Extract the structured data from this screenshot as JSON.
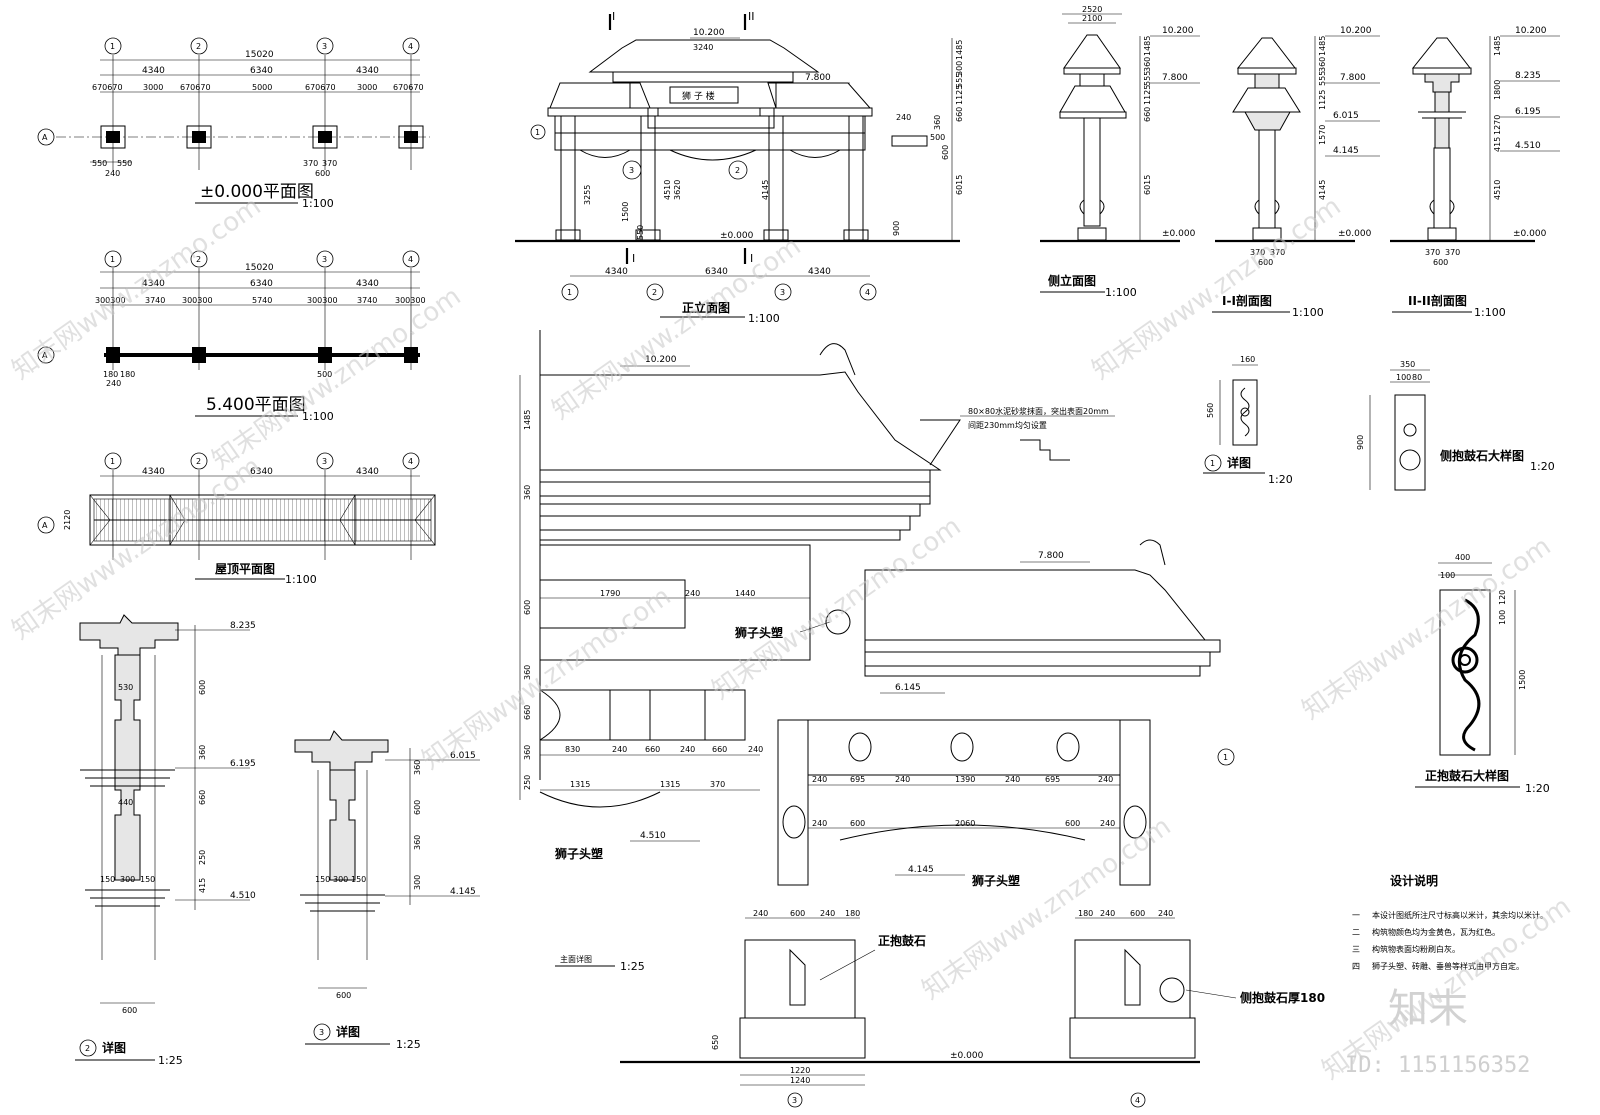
{
  "plan_0": {
    "title": "±0.000平面图",
    "scale": "1:100",
    "axes": [
      "1",
      "2",
      "3",
      "4"
    ],
    "row_axis": "A",
    "total": "15020",
    "bays": [
      "4340",
      "6340",
      "4340"
    ],
    "sub": [
      "670670",
      "3000",
      "670670",
      "5000",
      "670670",
      "3000",
      "670670"
    ],
    "pier_dims": [
      "550",
      "550",
      "240",
      "370",
      "370",
      "600"
    ]
  },
  "plan_540": {
    "title": "5.400平面图",
    "scale": "1:100",
    "axes": [
      "1",
      "2",
      "3",
      "4"
    ],
    "row_axis": "A",
    "total": "15020",
    "bays": [
      "4340",
      "6340",
      "4340"
    ],
    "sub": [
      "300300",
      "3740",
      "300300",
      "5740",
      "300300",
      "3740",
      "300300"
    ],
    "col_dims": [
      "180",
      "180",
      "240",
      "500"
    ]
  },
  "roof_plan": {
    "title": "屋顶平面图",
    "scale": "1:100",
    "axes": [
      "1",
      "2",
      "3",
      "4"
    ],
    "row_axis": "A",
    "bays": [
      "4340",
      "6340",
      "4340"
    ],
    "depth": "2120"
  },
  "front_elev": {
    "title": "正立面图",
    "scale": "1:100",
    "sign": "狮 子 楼",
    "cut_marks": [
      "I",
      "II",
      "I",
      "I"
    ],
    "levels": [
      "10.200",
      "7.800",
      "±0.000"
    ],
    "dims": [
      "1485",
      "300",
      "555",
      "1125",
      "660",
      "6015",
      "3255",
      "3620",
      "4510",
      "4145",
      "1500",
      "550",
      "900",
      "3240",
      "240",
      "500",
      "360",
      "600"
    ],
    "bays": [
      "4340",
      "6340",
      "4340"
    ],
    "axes": [
      "1",
      "2",
      "3",
      "4"
    ],
    "callouts": [
      "3",
      "2",
      "1"
    ]
  },
  "side_elev": {
    "title": "侧立面图",
    "scale": "1:100",
    "levels": [
      "10.200",
      "7.800",
      "±0.000"
    ],
    "dims": [
      "2520",
      "2100",
      "1485",
      "360",
      "555",
      "1125",
      "660",
      "6015"
    ]
  },
  "section_1": {
    "title": "I-I剖面图",
    "scale": "1:100",
    "levels": [
      "10.200",
      "7.800",
      "6.015",
      "4.145",
      "±0.000"
    ],
    "dims": [
      "1485",
      "360",
      "555",
      "1125",
      "1570",
      "4145",
      "370",
      "370",
      "600"
    ]
  },
  "section_2": {
    "title": "II-II剖面图",
    "scale": "1:100",
    "levels": [
      "10.200",
      "8.235",
      "6.195",
      "4.510",
      "±0.000"
    ],
    "dims": [
      "1485",
      "1800",
      "1270",
      "415",
      "4510",
      "370",
      "370",
      "600"
    ]
  },
  "detail_2": {
    "title": "详图",
    "number": "2",
    "scale": "1:25",
    "levels": [
      "8.235",
      "6.195",
      "4.510"
    ],
    "dims": [
      "600",
      "360",
      "660",
      "250",
      "415",
      "150",
      "300",
      "150",
      "530",
      "440",
      "600"
    ]
  },
  "detail_3": {
    "title": "详图",
    "number": "3",
    "scale": "1:25",
    "levels": [
      "6.015",
      "4.145"
    ],
    "dims": [
      "360",
      "600",
      "360",
      "300",
      "150",
      "300",
      "150",
      "600"
    ]
  },
  "main_detail": {
    "title": "主面详图",
    "scale": "1:25",
    "levels": [
      "10.200",
      "7.800",
      "6.145",
      "4.510",
      "4.145",
      "±0.000"
    ],
    "note": "80×80水泥砂浆抹面，突出表面20mm",
    "note2": "间距230mm均匀设置",
    "labels": [
      "狮子头塑",
      "狮子头塑",
      "狮子头塑",
      "正抱鼓石",
      "侧抱鼓石厚180"
    ],
    "dims_top": [
      "1790",
      "240",
      "1440"
    ],
    "dims_mid": [
      "830",
      "240",
      "660",
      "240",
      "660",
      "240"
    ],
    "dims_beam": [
      "1315",
      "1315",
      "370"
    ],
    "dims_right": [
      "240",
      "695",
      "240",
      "1390",
      "240",
      "695",
      "240"
    ],
    "dims_arch": [
      "240",
      "600",
      "2060",
      "600",
      "240"
    ],
    "dims_base_l": [
      "240",
      "600",
      "240",
      "180"
    ],
    "dims_base_r": [
      "180",
      "240",
      "600",
      "240"
    ],
    "dims_foot": [
      "1220",
      "1240"
    ],
    "vert_dims": [
      "1485",
      "360",
      "600",
      "360",
      "660",
      "360",
      "250",
      "650"
    ],
    "axes": [
      "3",
      "4"
    ],
    "callout": "1"
  },
  "detail_1": {
    "title": "详图",
    "number": "1",
    "scale": "1:20",
    "dims": [
      "160",
      "560"
    ]
  },
  "side_drum": {
    "title": "侧抱鼓石大样图",
    "scale": "1:20",
    "dims": [
      "350",
      "100",
      "80",
      "900"
    ]
  },
  "front_drum": {
    "title": "正抱鼓石大样图",
    "scale": "1:20",
    "dims": [
      "400",
      "100",
      "100",
      "120",
      "1500"
    ]
  },
  "notes": {
    "title": "设计说明",
    "items": [
      {
        "num": "一",
        "text": "本设计图纸所注尺寸标高以米计，其余均以米计。"
      },
      {
        "num": "二",
        "text": "构筑物颜色均为金黄色，瓦为红色。"
      },
      {
        "num": "三",
        "text": "构筑物表面均粉刷白灰。"
      },
      {
        "num": "四",
        "text": "狮子头塑、砖雕、垂兽等样式由甲方自定。"
      }
    ]
  },
  "watermark": {
    "text": "知末网www.znzmo.com",
    "brand": "知末",
    "id": "ID: 1151156352"
  },
  "colors": {
    "line": "#000000",
    "background": "#ffffff",
    "watermark": "#c8c8c8"
  }
}
